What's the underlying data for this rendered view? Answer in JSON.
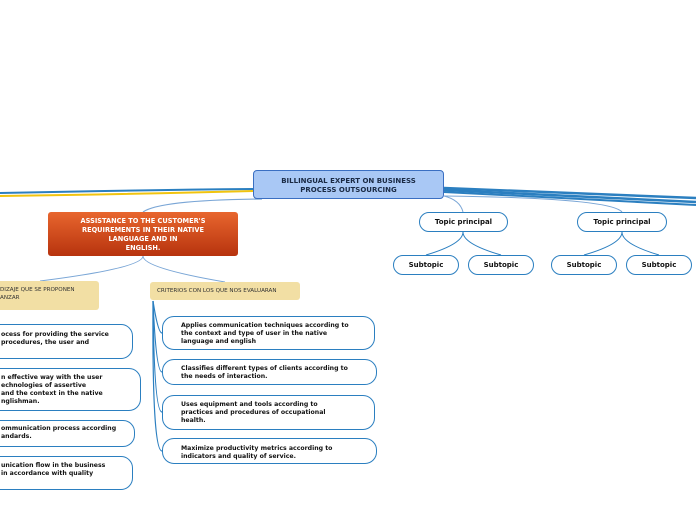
{
  "central": {
    "line1": "BILLINGUAL EXPERT ON BUSINESS",
    "line2": "PROCESS OUTSOURCING"
  },
  "main_topic": {
    "line1": "ASSISTANCE TO THE CUSTOMER'S",
    "line2": "REQUIREMENTS IN THEIR NATIVE",
    "line3": "LANGUAGE AND IN",
    "line4": "ENGLISH."
  },
  "left_tag": {
    "line1": "DIZAJE QUE SE PROPONEN",
    "line2": "ANZAR"
  },
  "right_tag": {
    "label": "CRITERIOS CON LOS QUE NOS EVALUARAN"
  },
  "left_items": [
    {
      "line1": "ocess for providing the service",
      "line2": "procedures, the user and",
      "line3": ""
    },
    {
      "line1": "n effective way with the user",
      "line2": "echnologies of assertive",
      "line3": "and the context in the native",
      "line4": "nglishman."
    },
    {
      "line1": "ommunication process according",
      "line2": "andards."
    },
    {
      "line1": "unication flow in the business",
      "line2": "in accordance with quality"
    }
  ],
  "criteria": [
    {
      "line1": "Applies communication techniques according to",
      "line2": "the context and type of user in the native",
      "line3": "language and english"
    },
    {
      "line1": "Classifies different types of clients according to",
      "line2": "the needs of interaction."
    },
    {
      "line1": "Uses equipment and tools according to",
      "line2": "practices and procedures of occupational",
      "line3": "health."
    },
    {
      "line1": "Maximize productivity metrics according to",
      "line2": "indicators and quality of service."
    }
  ],
  "topics": [
    {
      "label": "Topic principal",
      "subtopics": [
        "Subtopic",
        "Subtopic"
      ]
    },
    {
      "label": "Topic principal",
      "subtopics": [
        "Subtopic",
        "Subtopic"
      ]
    }
  ],
  "colors": {
    "central_fill": "#a9c8f5",
    "main_topic_fill": "#d9481c",
    "tag_fill": "#f2dfa4",
    "connector_blue": "#2b7fc0",
    "connector_yellow": "#f1c40f"
  }
}
